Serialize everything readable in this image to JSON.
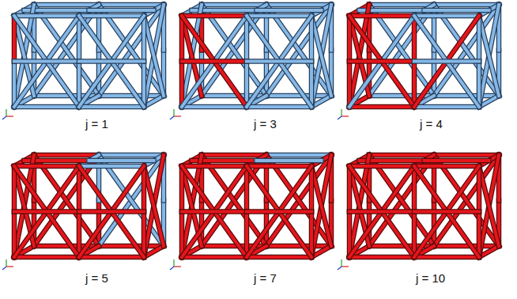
{
  "diagram": {
    "labels": [
      "j = 1",
      "j = 3",
      "j = 4",
      "j = 5",
      "j = 7",
      "j = 10"
    ]
  }
}
